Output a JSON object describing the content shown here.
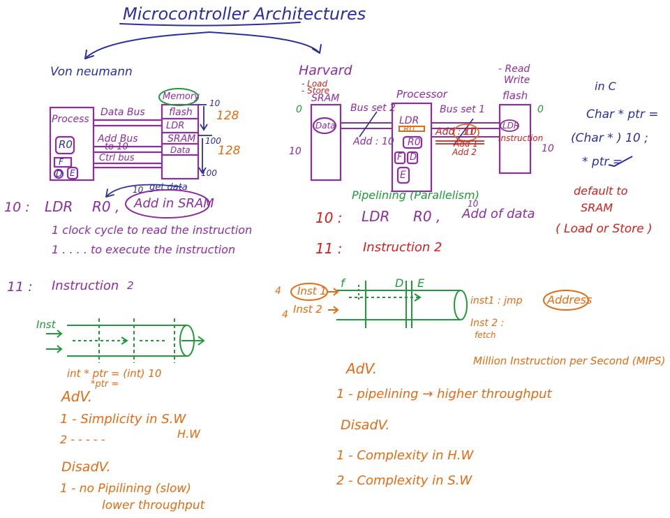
{
  "title": "Microcontroller Architectures",
  "von_neumann": {
    "heading": "Von neumann",
    "processor_label": "Process",
    "register_r0": "R0",
    "stage_f": "F",
    "stage_d": "D",
    "stage_e": "E",
    "data_bus": "Data Bus",
    "addr_bus": "Add Bus",
    "addr_bus_note": "to 10",
    "ctrl_bus": "Ctrl bus",
    "memory_label": "Memory",
    "mem_flash": "flash",
    "mem_ldr": "LDR",
    "mem_sram": "SRAM",
    "mem_data": "Data",
    "addr_10": "10",
    "addr_100": "100",
    "addr_100b": "100",
    "size_top": "128",
    "size_bottom": "128",
    "instr_addr_10": "10 :",
    "instr_ldr": "LDR",
    "instr_r0": "R0 ,",
    "instr_operand": "Add in SRAM",
    "get_data_note": "get data",
    "get_data_num": "10",
    "clock_line1": "1 clock cycle to read the instruction",
    "clock_line2": "1 . .     . .   to execute the instruction",
    "instr2_addr": "11 :",
    "instr2_text": "Instruction",
    "instr2_num": "2",
    "pipe_label": "Inst",
    "ptr_line1": "int * ptr = (int) 10",
    "ptr_line2": "*ptr =",
    "adv_title": "AdV.",
    "adv_item1": "1 - Simplicity in S.W",
    "adv_item1_hw": "H.W",
    "adv_item2": "2 - - - - -",
    "disadv_title": "DisadV.",
    "disadv_item1": "1 - no Pipilining (slow)",
    "disadv_item1b": "lower throughput"
  },
  "harvard": {
    "heading": "Harvard",
    "note_load": "- Load",
    "note_store": "- Store",
    "sram_label": "SRAM",
    "sram_data": "Data",
    "addr_0_left": "0",
    "addr_10_left": "10",
    "bus_set2": "Bus set 2",
    "addr_10_bus": "Add : 10",
    "processor_label": "Processor",
    "reg_ldr": "LDR",
    "reg_r0": "R0",
    "reg_extra": "R0",
    "stage_f": "F",
    "stage_d": "D",
    "stage_e": "E",
    "bus_set1": "Bus set 1",
    "addr_bus1": "Add : 10",
    "addr_bus1_next": "11",
    "add1": "Add 1",
    "add2": "Add 2",
    "note_read": "- Read",
    "note_write": "Write",
    "flash_label": "flash",
    "flash_ldr": "LDR",
    "flash_instr": "Instruction",
    "addr_0_right": "0",
    "addr_10_right": "10",
    "pipelining": "Pipelining (Parallelism)",
    "instr_addr_10": "10 :",
    "instr_ldr": "LDR",
    "instr_r0": "R0 ,",
    "instr_operand": "Add of data",
    "instr_operand_num": "10",
    "instr2_addr": "11 :",
    "instr2_text": "Instruction 2",
    "pipe_inst1": "Inst 1",
    "pipe_inst2": "Inst 2",
    "pipe_n1": "4",
    "pipe_n2": "4",
    "stage_f_top": "f",
    "stage_d_top": "D",
    "stage_e_top": "E",
    "inst1_jmp": "inst1 : jmp",
    "address_label": "Address",
    "inst2_fetch": "Inst 2 :",
    "inst2_fetch2": "fetch",
    "mips": "Million Instruction per Second (MIPS)",
    "adv_title": "AdV.",
    "adv_item1": "1 - pipelining  →  higher  throughput",
    "disadv_title": "DisadV.",
    "disadv_item1": "1 - Complexity in H.W",
    "disadv_item2": "2 - Complexity in S.W"
  },
  "in_c": {
    "heading": "in C",
    "line1": "Char * ptr =",
    "line2": "(Char * ) 10 ;",
    "line3": "* ptr =",
    "default1": "default to",
    "default2": "SRAM",
    "default3": "( Load  or  Store )"
  },
  "colors": {
    "blue": "#2b2f9e",
    "purple": "#8e2ca3",
    "green": "#1f9a3a",
    "orange": "#e46b12",
    "red": "#d3201c"
  }
}
